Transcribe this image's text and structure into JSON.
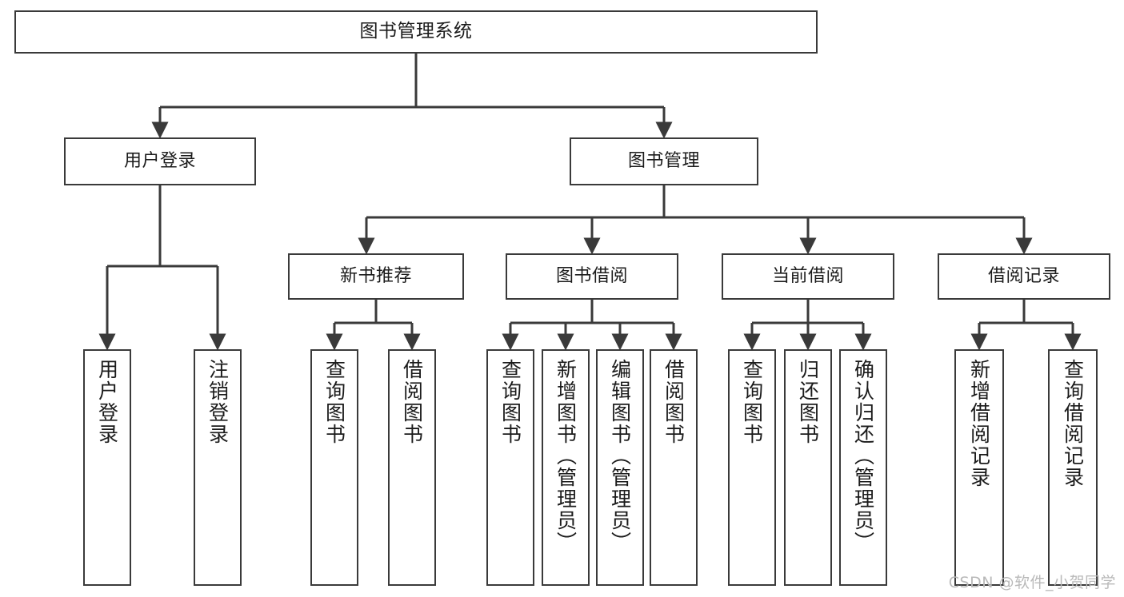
{
  "diagram": {
    "title": "图书管理系统",
    "type": "tree-hierarchy",
    "accent_color": "#3a3a3a",
    "background_color": "#ffffff",
    "nodes": {
      "root": {
        "label": "图书管理系统"
      },
      "level2": [
        {
          "label": "用户登录"
        },
        {
          "label": "图书管理"
        }
      ],
      "level3": [
        {
          "label": "新书推荐"
        },
        {
          "label": "图书借阅"
        },
        {
          "label": "当前借阅"
        },
        {
          "label": "借阅记录"
        }
      ],
      "login_children": [
        {
          "label": "用户登录"
        },
        {
          "label": "注销登录"
        }
      ],
      "newbook_children": [
        {
          "label": "查询图书"
        },
        {
          "label": "借阅图书"
        }
      ],
      "borrow_children": [
        {
          "label": "查询图书"
        },
        {
          "label": "新增图书（管理员）"
        },
        {
          "label": "编辑图书（管理员）"
        },
        {
          "label": "借阅图书"
        }
      ],
      "current_children": [
        {
          "label": "查询图书"
        },
        {
          "label": "归还图书"
        },
        {
          "label": "确认归还（管理员）"
        }
      ],
      "record_children": [
        {
          "label": "新增借阅记录"
        },
        {
          "label": "查询借阅记录"
        }
      ]
    }
  },
  "watermark": {
    "text": "CSDN @软件_小贺同学"
  }
}
